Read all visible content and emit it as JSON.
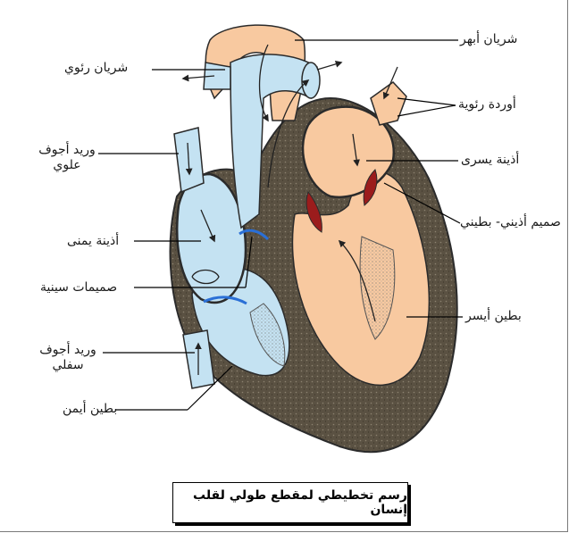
{
  "labels": {
    "aorta": "شريان أبهر",
    "pulmonary_artery": "شريان رئوي",
    "pulmonary_veins": "أوردة رئوية",
    "superior_vena_cava_1": "وريد أجوف",
    "superior_vena_cava_2": "علوي",
    "left_atrium": "أذينة يسرى",
    "right_atrium": "أذينة يمنى",
    "av_valve": "صميم أذيني- بطيني",
    "semilunar_valves": "صميمات سينية",
    "left_ventricle": "بطين أيسر",
    "inferior_vena_cava_1": "وريد أجوف",
    "inferior_vena_cava_2": "سفلي",
    "right_ventricle": "بطين أيمن"
  },
  "caption": "رسم تخطيطي لمقطع طولي لقلب إنسان",
  "colors": {
    "oxygenated": "#f8c9a0",
    "deoxygenated": "#c4e2f2",
    "wall": "#5a5142",
    "valve": "#9b1c1c",
    "septum_valve": "#2a6fd6"
  }
}
